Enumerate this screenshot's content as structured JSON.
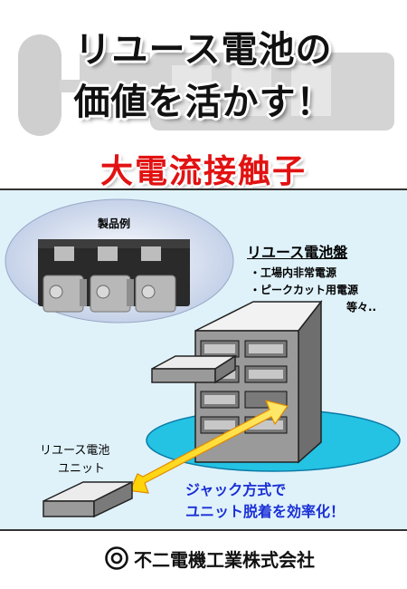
{
  "header": {
    "title_line1": "リユース電池の",
    "title_line2": "価値を活かす！",
    "subtitle": "大電流接触子"
  },
  "illustration": {
    "product_example_label": "製品例",
    "battery_panel_title": "リユース電池盤",
    "uses": [
      "・工場内非常電源",
      "・ピークカット用電源",
      "等々.."
    ],
    "unit_label_line1": "リユース電池",
    "unit_label_line2": "ユニット",
    "callout_line1": "ジャック方式で",
    "callout_line2": "ユニット脱着を効率化！"
  },
  "footer": {
    "company_name": "不二電機工業株式会社",
    "logo_icon": "company-logo-icon"
  },
  "colors": {
    "subtitle_red": "#e21212",
    "callout_blue": "#1a2fd6",
    "panel_background": "#dff2fa",
    "ellipse_cyan": "#24c2e3"
  }
}
